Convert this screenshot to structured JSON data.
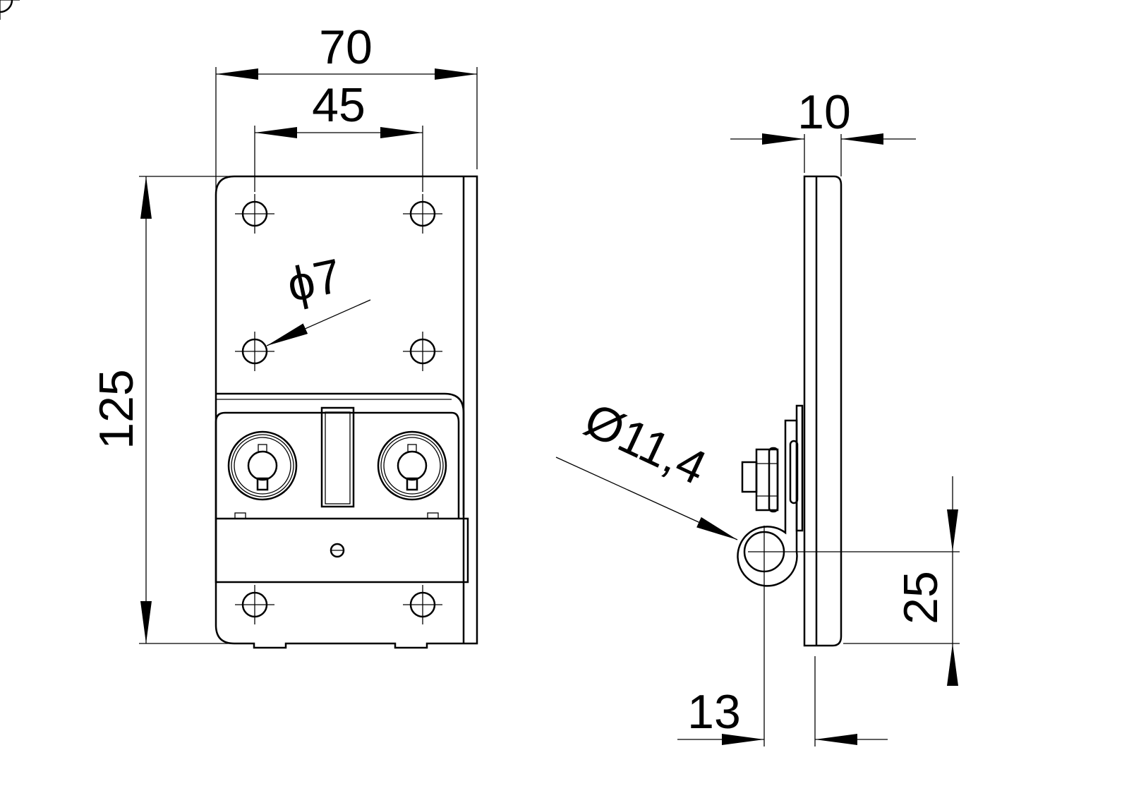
{
  "drawing": {
    "front_view": {
      "width_overall": "70",
      "hole_spacing": "45",
      "height_overall": "125",
      "hole_diameter": "ϕ7"
    },
    "side_view": {
      "thickness": "10",
      "ring_diameter": "Ø11,4",
      "ring_height": "25",
      "ring_offset": "13"
    },
    "colors": {
      "line": "#000000",
      "background": "#ffffff"
    }
  }
}
